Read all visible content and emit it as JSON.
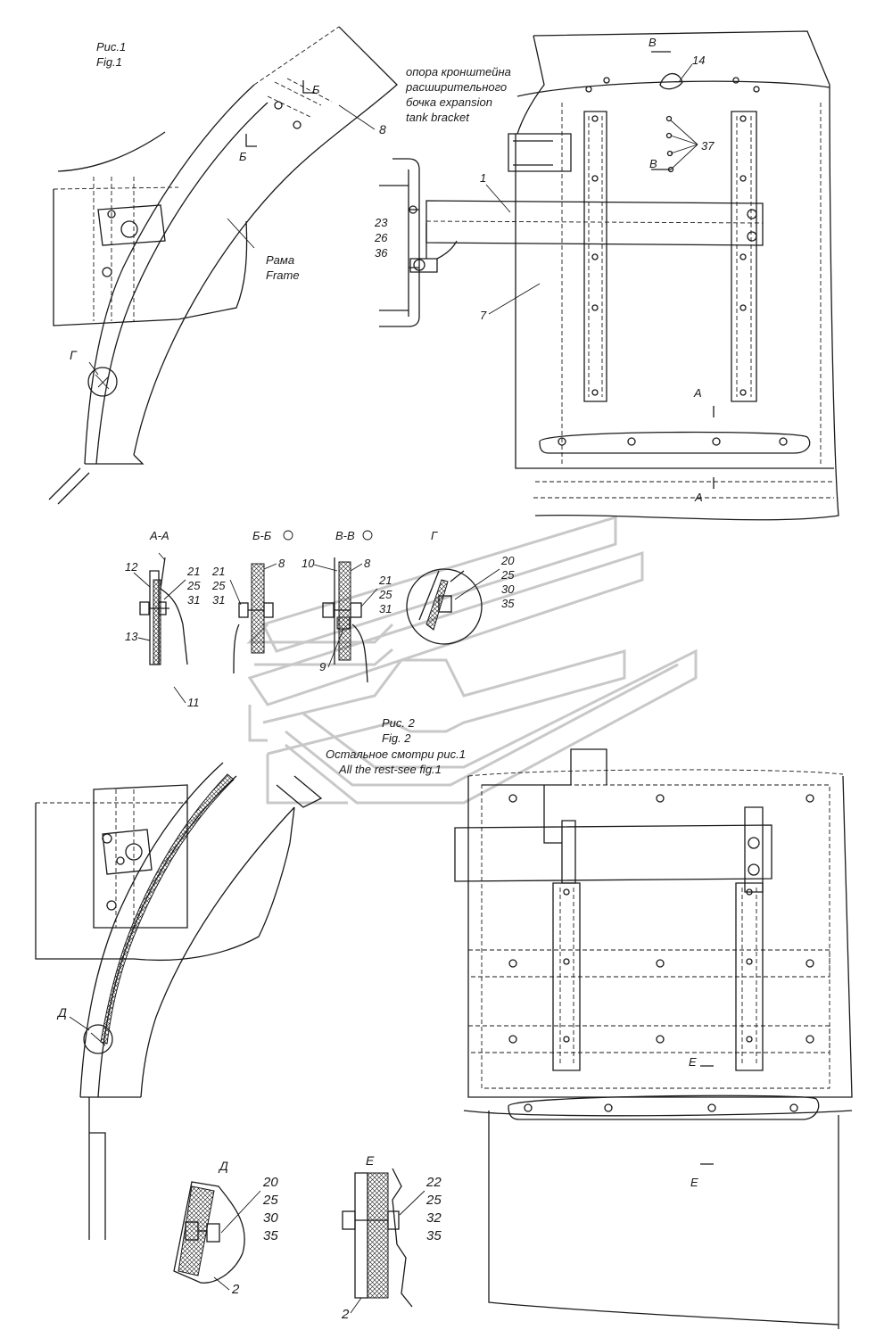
{
  "figures": {
    "fig1": {
      "ru": "Рис.1",
      "en": "Fig.1"
    },
    "fig2": {
      "ru": "Рис. 2",
      "en": "Fig. 2",
      "note_ru": "Остальное смотри рис.1",
      "note_en": "All the rest-see fig.1"
    }
  },
  "callouts": {
    "bracket": [
      "опора кронштейна",
      "расширительного",
      "бочка expansion",
      "tank bracket"
    ],
    "frame": [
      "Рама",
      "Frame"
    ],
    "n8": "8",
    "n1": "1",
    "n7": "7",
    "n14": "14",
    "n37": "37",
    "group_23": [
      "23",
      "26",
      "36"
    ]
  },
  "section_marks": {
    "B_cyr": "Б",
    "V": "В",
    "A": "А",
    "G": "Г",
    "D": "Д",
    "E": "Е"
  },
  "sections": {
    "AA": {
      "title": "А-А",
      "labels": [
        "12",
        "21",
        "25",
        "31",
        "13",
        "11"
      ]
    },
    "BB": {
      "title": "Б-Б",
      "labels": [
        "21",
        "25",
        "31",
        "8"
      ]
    },
    "VV": {
      "title": "В-В",
      "labels": [
        "10",
        "8",
        "21",
        "25",
        "31",
        "9"
      ]
    },
    "G": {
      "title": "Г",
      "labels": [
        "20",
        "25",
        "30",
        "35"
      ]
    },
    "D": {
      "title": "Д",
      "labels": [
        "20",
        "25",
        "30",
        "35",
        "2"
      ]
    },
    "E": {
      "title": "Е",
      "labels": [
        "22",
        "25",
        "32",
        "35",
        "2"
      ]
    }
  }
}
